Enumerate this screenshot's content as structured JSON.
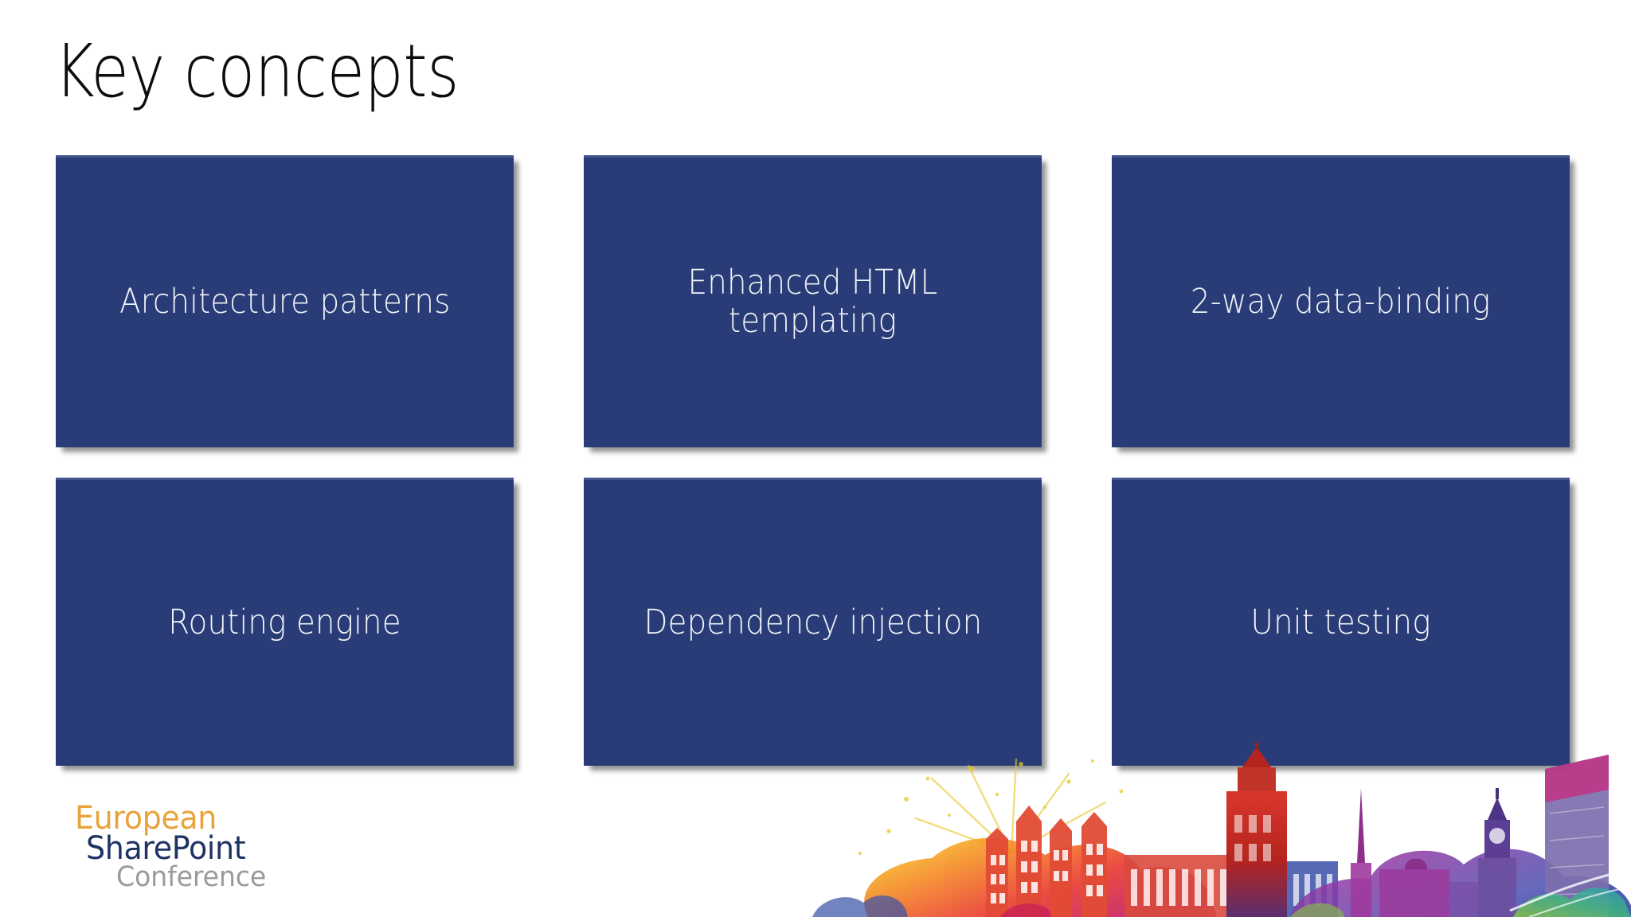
{
  "slide": {
    "title": "Key concepts",
    "background_color": "#ffffff",
    "box_color": "#2a3c77",
    "box_text_color": "#f2f4f8",
    "title_color": "#0d0d0d"
  },
  "concepts": [
    {
      "label": "Architecture patterns"
    },
    {
      "label": "Enhanced HTML templating"
    },
    {
      "label": "2-way data-binding"
    },
    {
      "label": "Routing engine"
    },
    {
      "label": "Dependency injection"
    },
    {
      "label": "Unit testing"
    }
  ],
  "footer": {
    "logo": {
      "mark": "signal-arcs-icon",
      "line1": "European",
      "line2": "SharePoint",
      "line3": "Conference",
      "line1_color": "#e8a33d",
      "line2_color": "#1f3264",
      "line3_color": "#9b9b9b"
    },
    "artwork": "stockholm-watercolour-skyline"
  }
}
